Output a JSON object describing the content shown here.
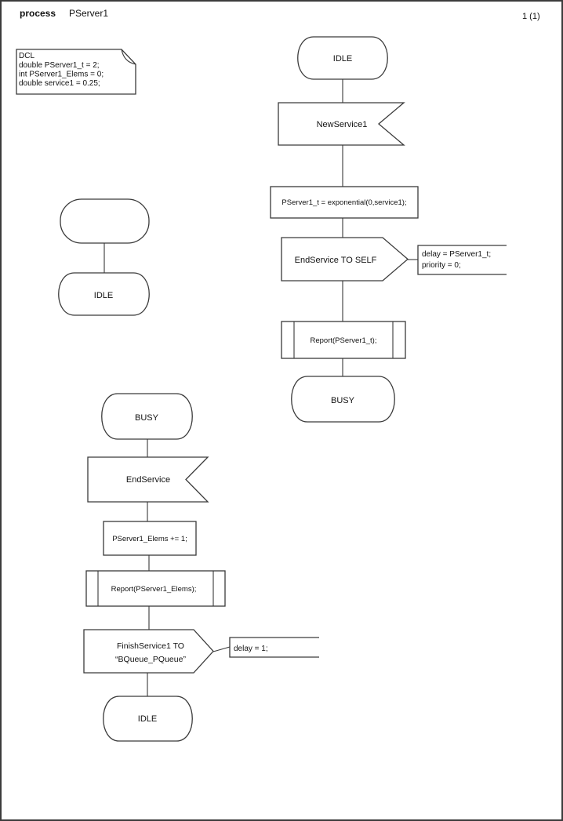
{
  "header": {
    "kind_label": "process",
    "process_name": "PServer1",
    "page_number": "1 (1)"
  },
  "colors": {
    "stroke": "#3a3a3a",
    "text": "#111111",
    "background": "#ffffff"
  },
  "declarations": {
    "lines": [
      "DCL",
      "double PServer1_t = 2;",
      "int PServer1_Elems = 0;",
      "double service1 = 0.25;"
    ]
  },
  "start_fragment": {
    "state_idle": "IDLE"
  },
  "service_flow": {
    "state_idle": "IDLE",
    "input_signal": "NewService1",
    "task": "PServer1_t = exponential(0,service1);",
    "output_signal": "EndService TO SELF",
    "comment_lines": [
      "delay = PServer1_t;",
      "priority = 0;"
    ],
    "procedure_call": "Report(PServer1_t);",
    "state_busy": "BUSY"
  },
  "end_service_flow": {
    "state_busy": "BUSY",
    "input_signal": "EndService",
    "task": "PServer1_Elems += 1;",
    "procedure_call": "Report(PServer1_Elems);",
    "output_signal_lines": [
      "FinishService1 TO",
      "“BQueue_PQueue”"
    ],
    "comment": "delay = 1;",
    "state_idle": "IDLE"
  }
}
